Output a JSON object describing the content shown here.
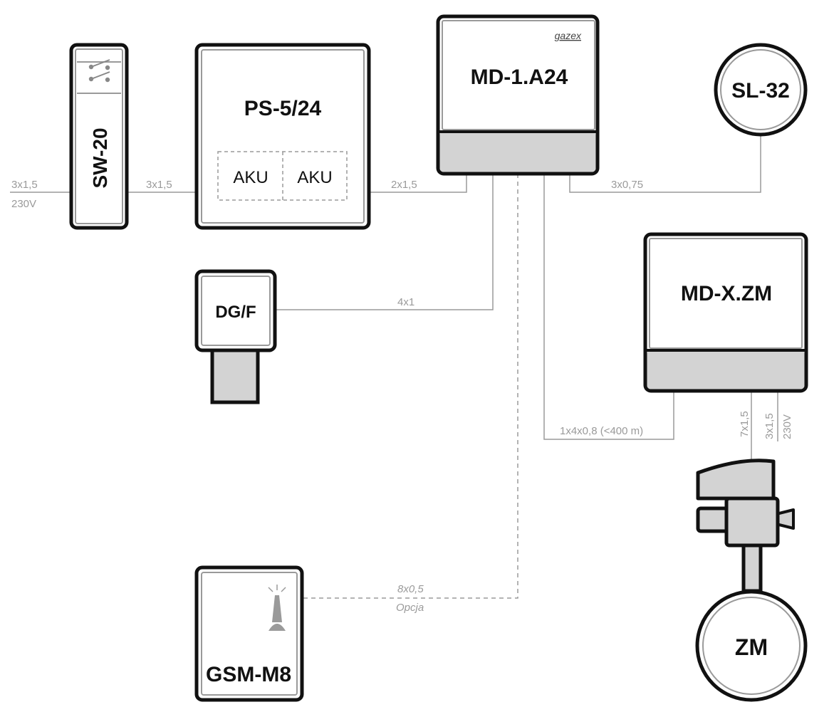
{
  "devices": {
    "sw20": "SW-20",
    "ps": "PS-5/24",
    "aku1": "AKU",
    "aku2": "AKU",
    "md1": "MD-1.A24",
    "md1_brand": "gazex",
    "sl32": "SL-32",
    "dgf": "DG/F",
    "mdx": "MD-X.ZM",
    "gsm": "GSM-M8",
    "zm": "ZM"
  },
  "cables": {
    "mains_in_1": "3x1,5",
    "mains_in_2": "230V",
    "sw_to_ps": "3x1,5",
    "ps_to_md": "2x1,5",
    "md_to_sl": "3x0,75",
    "dg_to_md": "4x1",
    "md_to_mdx": "1x4x0,8 (<400 m)",
    "mdx_to_zm": "7x1,5",
    "mdx_power_1": "3x1,5",
    "mdx_power_2": "230V",
    "gsm_1": "8x0,5",
    "gsm_2": "Opcja"
  }
}
